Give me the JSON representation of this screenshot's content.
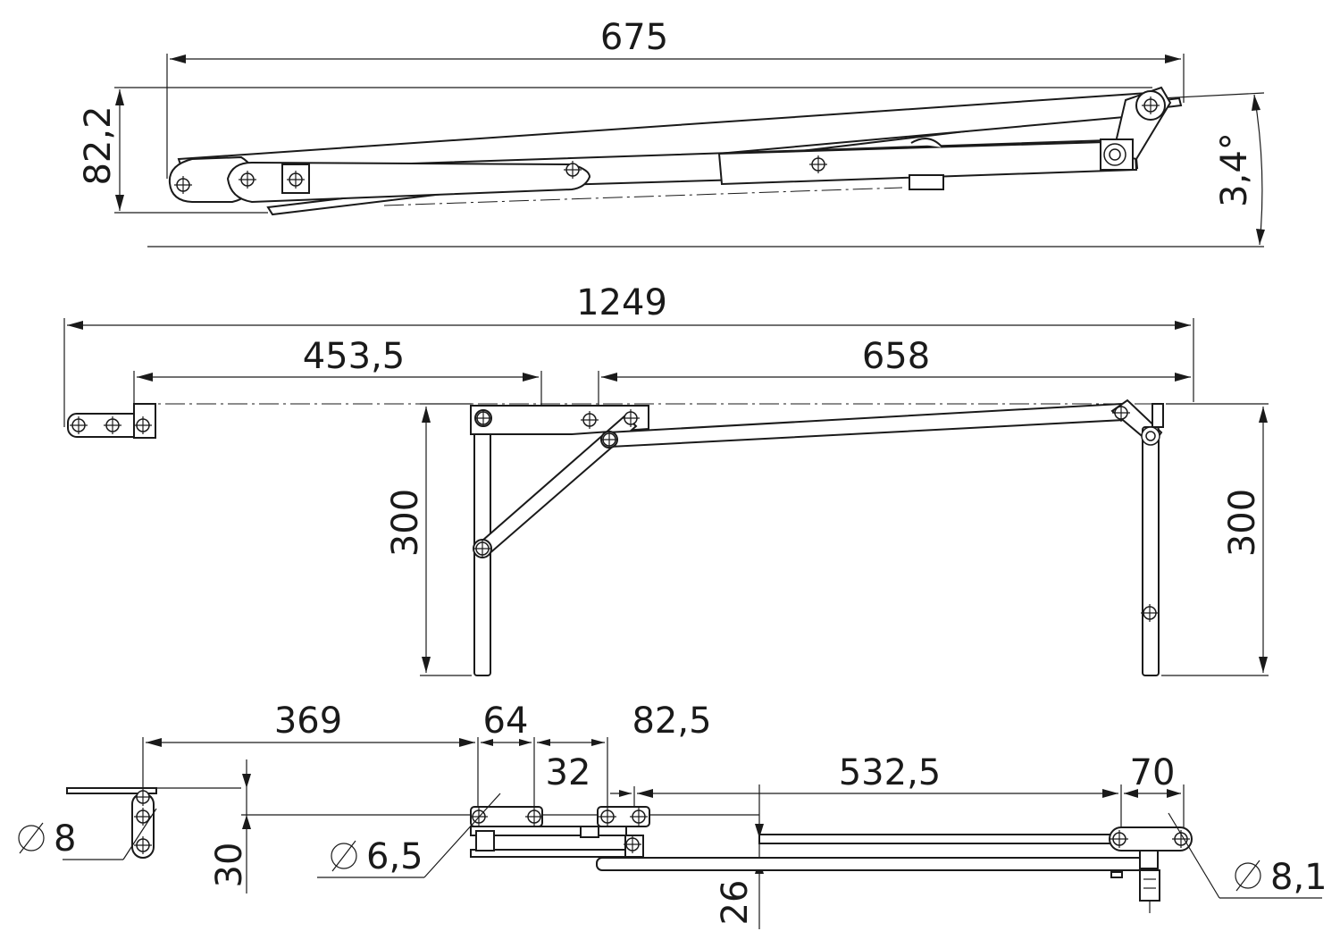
{
  "views": {
    "side": {
      "overall_length": "675",
      "height": "82,2",
      "angle": "3,4°"
    },
    "front": {
      "total_length": "1249",
      "left_offset": "453,5",
      "right_offset": "658",
      "left_leg_height": "300",
      "right_leg_height": "300"
    },
    "top": {
      "dim_369": "369",
      "dim_64": "64",
      "dim_82_5": "82,5",
      "dim_32": "32",
      "dim_532_5": "532,5",
      "dim_70": "70",
      "dim_30": "30",
      "dim_26": "26",
      "hole_left": "8",
      "hole_mid": "6,5",
      "hole_right": "8,1"
    }
  },
  "colors": {
    "line": "#1a1a1a",
    "background": "#ffffff"
  }
}
